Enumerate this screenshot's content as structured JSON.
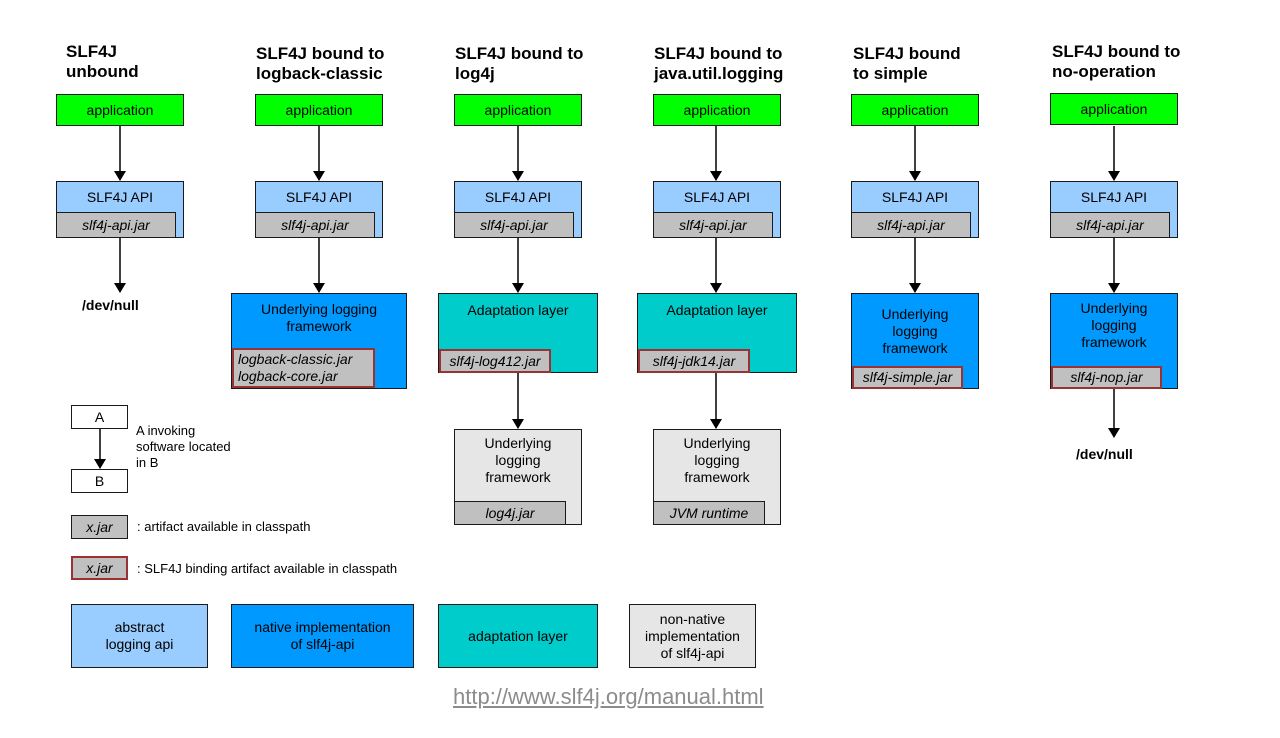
{
  "columns": [
    {
      "title": "SLF4J\nunbound",
      "app": "application",
      "api": "SLF4J API",
      "api_jar": "slf4j-api.jar",
      "end": "/dev/null"
    },
    {
      "title": "SLF4J bound to\nlogback-classic",
      "app": "application",
      "api": "SLF4J API",
      "api_jar": "slf4j-api.jar",
      "impl": "Underlying logging\nframework",
      "impl_jar": "logback-classic.jar\nlogback-core.jar"
    },
    {
      "title": "SLF4J bound to\nlog4j",
      "app": "application",
      "api": "SLF4J API",
      "api_jar": "slf4j-api.jar",
      "adapt": "Adaptation layer",
      "adapt_jar": "slf4j-log412.jar",
      "under": "Underlying\nlogging\nframework",
      "under_jar": "log4j.jar"
    },
    {
      "title": "SLF4J bound to\njava.util.logging",
      "app": "application",
      "api": "SLF4J API",
      "api_jar": "slf4j-api.jar",
      "adapt": "Adaptation layer",
      "adapt_jar": "slf4j-jdk14.jar",
      "under": "Underlying\nlogging\nframework",
      "under_jar": "JVM runtime"
    },
    {
      "title": "SLF4J bound\nto simple",
      "app": "application",
      "api": "SLF4J API",
      "api_jar": "slf4j-api.jar",
      "impl": "Underlying\nlogging\nframework",
      "impl_jar": "slf4j-simple.jar"
    },
    {
      "title": "SLF4J bound to\nno-operation",
      "app": "application",
      "api": "SLF4J API",
      "api_jar": "slf4j-api.jar",
      "impl": "Underlying\nlogging\nframework",
      "impl_jar": "slf4j-nop.jar",
      "end": "/dev/null"
    }
  ],
  "legend": {
    "a": "A",
    "b": "B",
    "invoke_text": "A invoking\nsoftware located\nin B",
    "jar_sample": "x.jar",
    "artifact_text": ": artifact available in classpath",
    "binding_sample": "x.jar",
    "binding_text": ": SLF4J binding artifact available in classpath",
    "abstract": "abstract\nlogging api",
    "native": "native implementation\nof slf4j-api",
    "adaptation": "adaptation layer",
    "nonnative": "non-native\nimplementation\nof slf4j-api"
  },
  "url": "http://www.slf4j.org/manual.html",
  "colors": {
    "application": "#00ff00",
    "abstract_api": "#99ccff",
    "native_impl": "#0099ff",
    "adaptation": "#00cccc",
    "non_native": "#e6e6e6",
    "jar": "#c0c0c0",
    "binding_border": "#993333"
  }
}
